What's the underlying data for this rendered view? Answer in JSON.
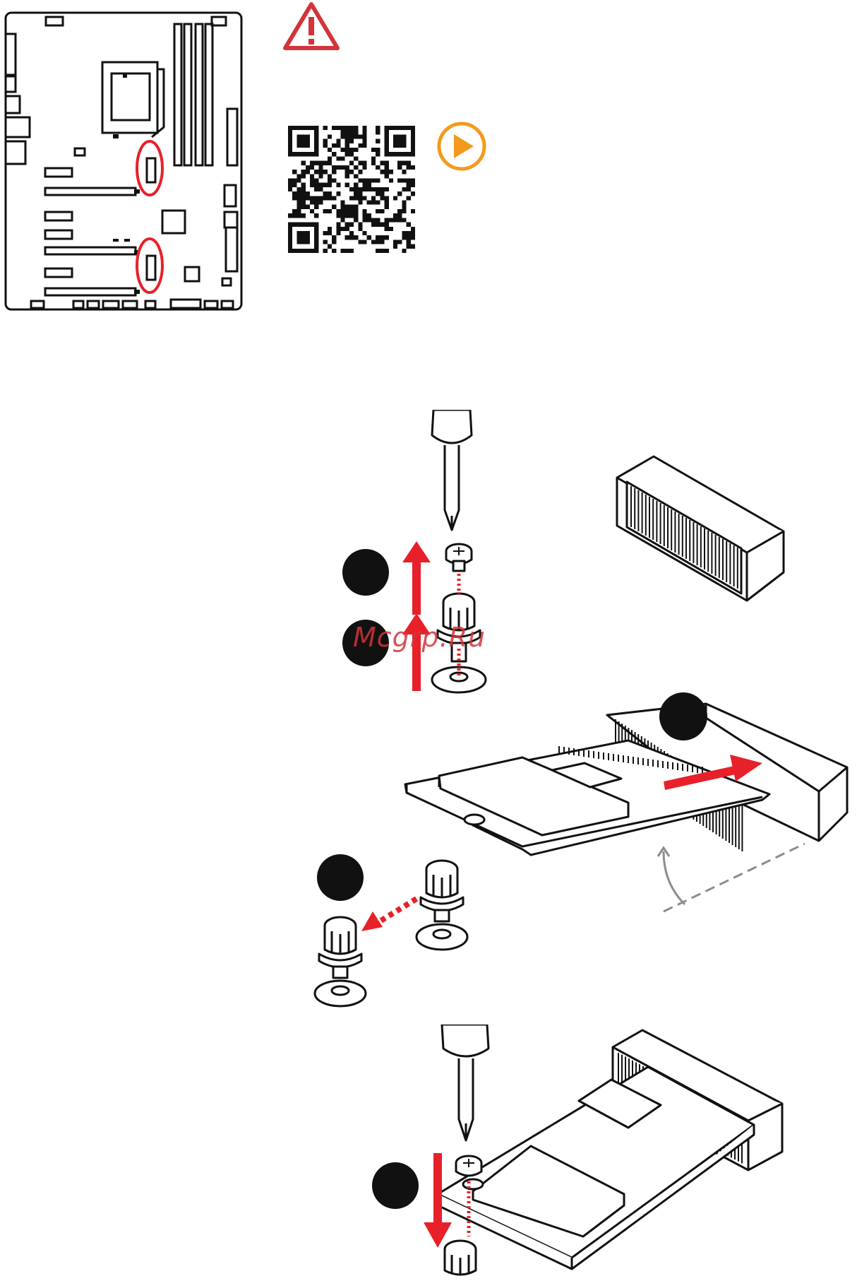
{
  "watermark": {
    "text": "Mcgrp.Ru"
  },
  "colors": {
    "accent_red": "#e8202a",
    "warning_red": "#d3343a",
    "play_orange": "#f39a1e",
    "line_black": "#111111",
    "guide_gray": "#8c8c8c"
  },
  "icons": {
    "warning": "warning-triangle-icon",
    "play": "play-circle-icon",
    "qr": "qr-code-icon"
  },
  "steps": [
    {
      "id": "step-1-remove-screw"
    },
    {
      "id": "step-2-remove-standoff"
    },
    {
      "id": "step-3-relocate-standoff"
    },
    {
      "id": "step-4-insert-card"
    },
    {
      "id": "step-5-fasten-screw"
    }
  ]
}
